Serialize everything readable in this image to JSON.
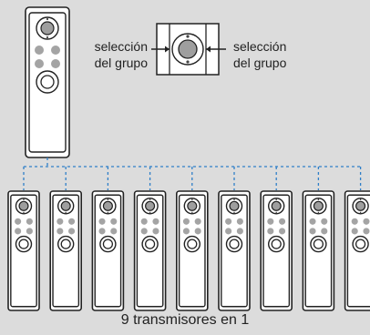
{
  "diagram": {
    "labels": {
      "group_left": [
        "selección",
        "del grupo"
      ],
      "group_right": [
        "selección",
        "del grupo"
      ]
    },
    "caption": "9 transmisores en 1",
    "small_remote_count": 9
  }
}
